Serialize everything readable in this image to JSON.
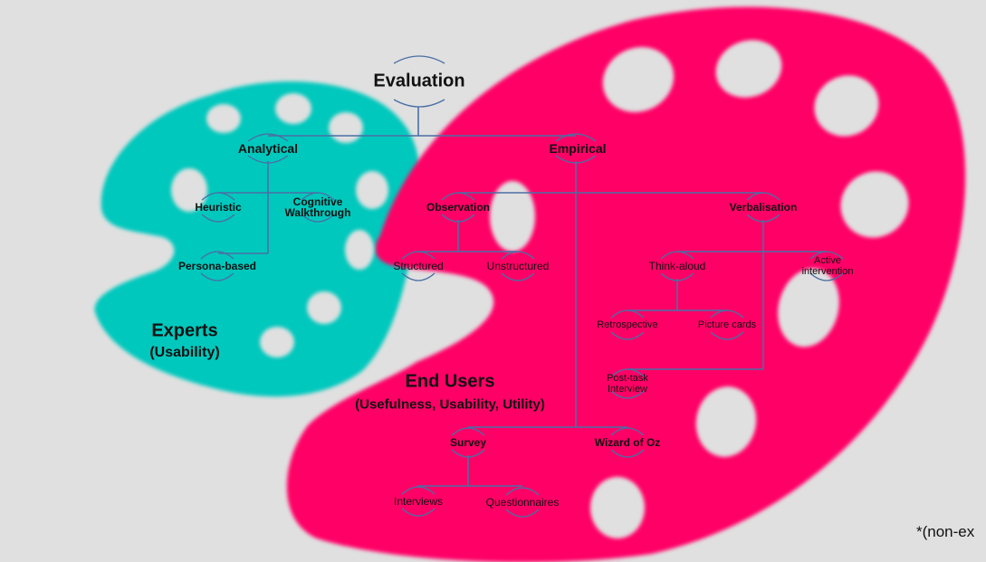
{
  "colors": {
    "background": "#e0e0e0",
    "experts_palette": "#00c8bd",
    "end_users_palette": "#ff0066",
    "connector_line": "#4a6fa5"
  },
  "title": "Evaluation",
  "groups": {
    "experts": {
      "title": "Experts",
      "subtitle": "(Usability)"
    },
    "end_users": {
      "title": "End Users",
      "subtitle": "(Usefulness, Usability, Utility)"
    }
  },
  "nodes": {
    "analytical": "Analytical",
    "empirical": "Empirical",
    "heuristic": "Heuristic",
    "cognitive_walkthrough": "Cognitive Walkthrough",
    "persona_based": "Persona-based",
    "observation": "Observation",
    "structured": "Structured",
    "unstructured": "Unstructured",
    "verbalisation": "Verbalisation",
    "think_aloud": "Think-aloud",
    "active_intervention": "Active intervention",
    "retrospective": "Retrospective",
    "picture_cards": "Picture cards",
    "post_task_interview": "Post-task Interview",
    "survey": "Survey",
    "wizard_of_oz": "Wizard of Oz",
    "interviews": "Interviews",
    "questionnaires": "Questionnaires"
  },
  "footnote": "*(non-ex"
}
